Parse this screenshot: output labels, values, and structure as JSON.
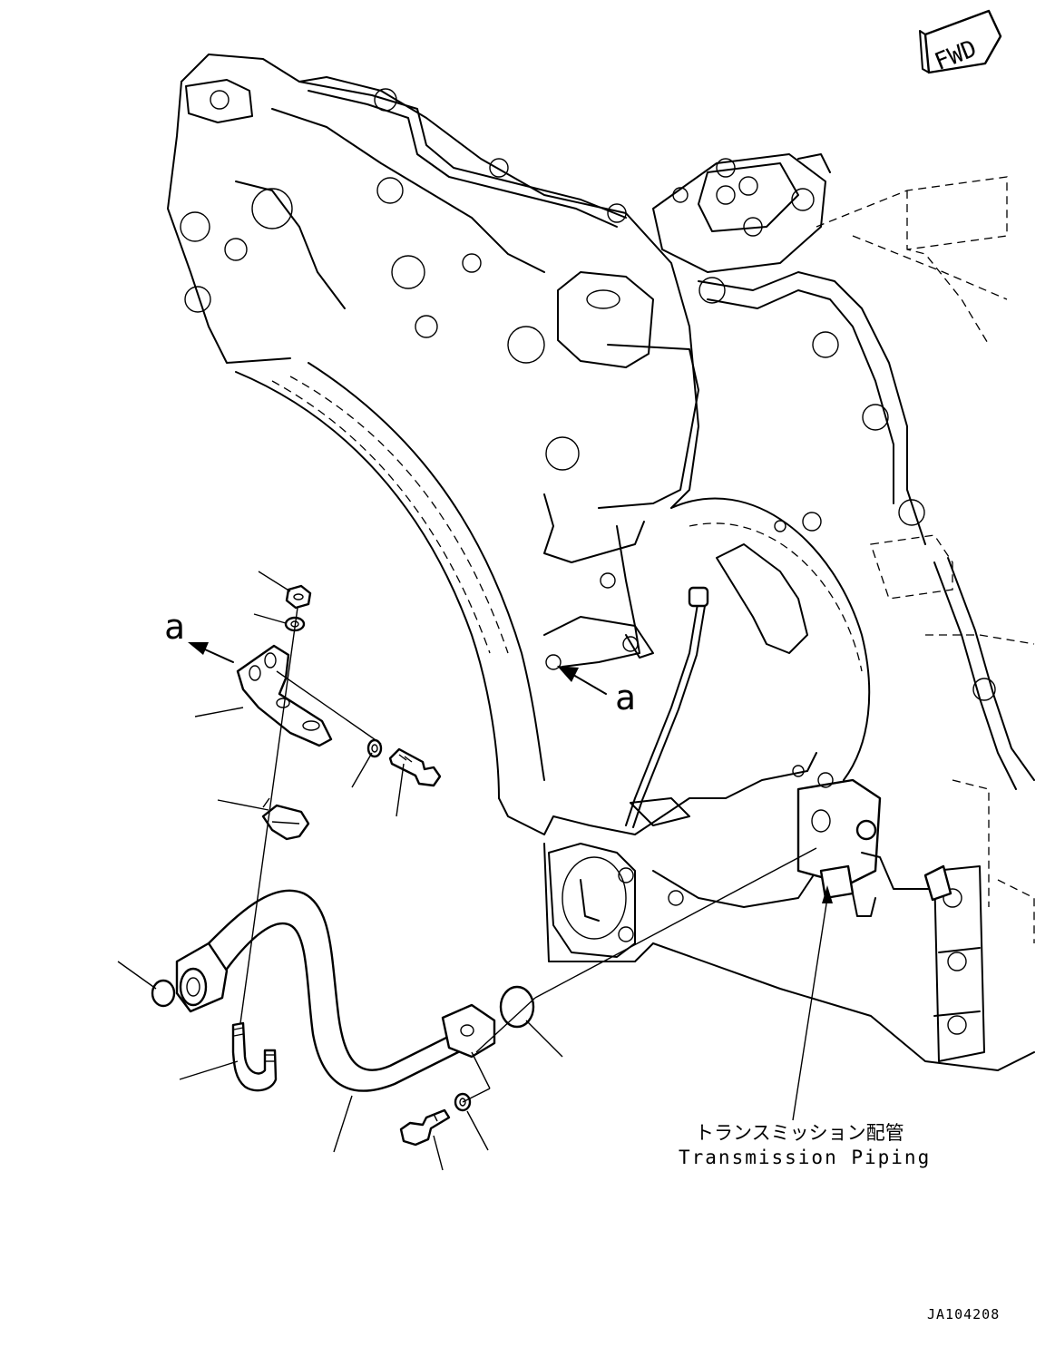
{
  "fwd_badge": "FWD",
  "view_arrows": [
    {
      "id": "left",
      "label": "a"
    },
    {
      "id": "right",
      "label": "a"
    }
  ],
  "callout": {
    "label_jp": "トランスミッション配管",
    "label_en": "Transmission Piping"
  },
  "drawing_number": "JA104208"
}
